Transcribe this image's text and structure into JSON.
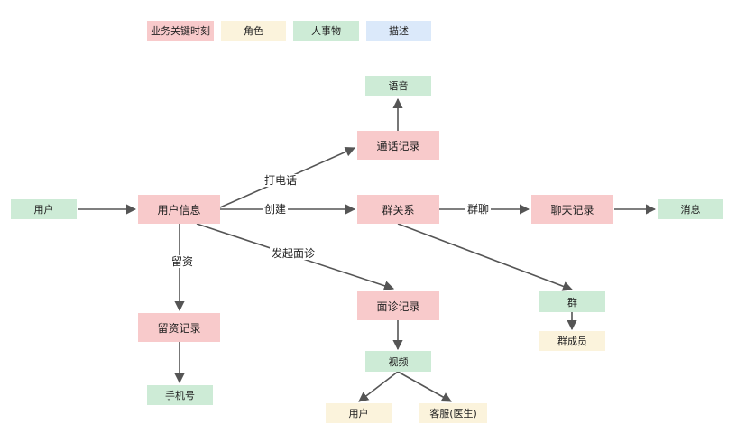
{
  "colors": {
    "pink": "#f8cacb",
    "beige": "#fbf3dc",
    "green": "#cdebd6",
    "blue": "#dbe9fa",
    "arrow": "#555555"
  },
  "legend": {
    "key_moment": "业务关键时刻",
    "role": "角色",
    "thing": "人事物",
    "desc": "描述"
  },
  "nodes": {
    "user_left": "用户",
    "user_info": "用户信息",
    "call_record": "通话记录",
    "voice": "语音",
    "group_relation": "群关系",
    "chat_record": "聊天记录",
    "message": "消息",
    "group": "群",
    "group_member": "群成员",
    "retention_record": "留资记录",
    "phone_number": "手机号",
    "consult_record": "面诊记录",
    "video": "视频",
    "user_bottom": "用户",
    "customer_service": "客服(医生)"
  },
  "edge_labels": {
    "call": "打电话",
    "create": "创建",
    "group_chat": "群聊",
    "start_consult": "发起面诊",
    "retain": "留资"
  }
}
